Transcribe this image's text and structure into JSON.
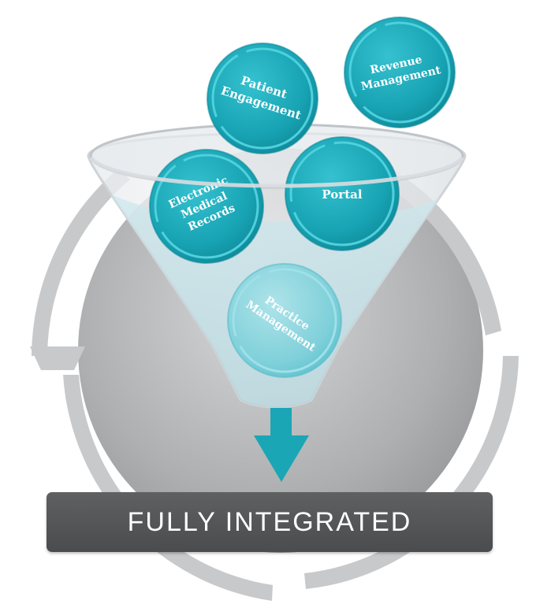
{
  "colors": {
    "teal": "#1aa6b5",
    "teal_light": "#5ccfdb",
    "ring_gray": "#c8c9cb",
    "disc_gray": "#a9aaac",
    "banner": "#535557"
  },
  "bubbles": {
    "patient_engagement": [
      "Patient",
      "Engagement"
    ],
    "revenue_management": [
      "Revenue",
      "Management"
    ],
    "electronic_medical_records": [
      "Electronic",
      "Medical",
      "Records"
    ],
    "portal": [
      "Portal"
    ],
    "practice_management": [
      "Practice",
      "Management"
    ]
  },
  "banner": {
    "label": "FULLY INTEGRATED"
  },
  "icons": {
    "funnel": "funnel-icon",
    "arrow": "arrow-down-icon",
    "cycle": "circular-arrows-icon"
  }
}
